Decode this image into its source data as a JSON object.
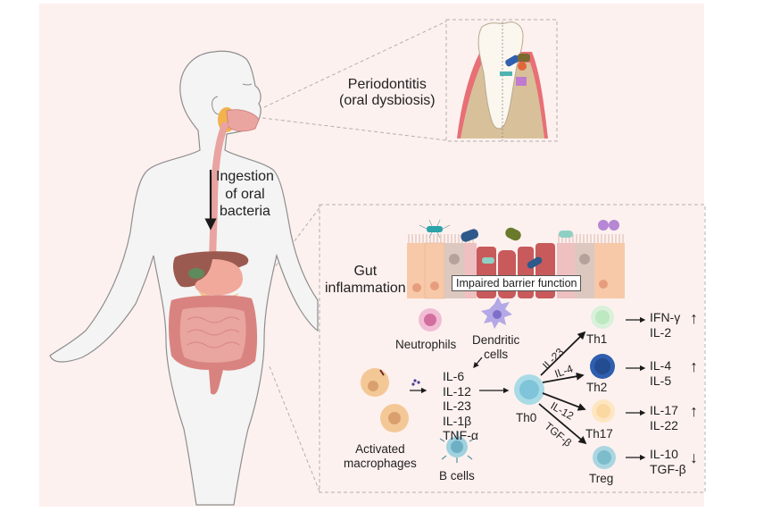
{
  "figure": {
    "colors": {
      "background": "#fdf1ef",
      "body_fill": "#f4f4f4",
      "body_outline": "#8e8e8e",
      "esophagus": "#e9a3a0",
      "arrow": "#1a1a1a",
      "liver": "#9b5a50",
      "gallbladder": "#5f8a5b",
      "stomach": "#f0a99a",
      "intestine": "#e79b96",
      "colon": "#d98380",
      "gum": "#e86f76",
      "bone": "#d8c19a",
      "tooth": "#fbf6ee",
      "salivary": "#f2b24c",
      "dashed": "#b5aeae",
      "th1": "#bde8c0",
      "th2": "#2f5fae",
      "th17": "#fbd8a2",
      "treg": "#7cbccb",
      "th0": "#7fc4d8",
      "macrophage": "#f4c896",
      "neutrophil": "#e394b8",
      "dendritic": "#9c8fd8",
      "b_cell": "#7cbccb"
    },
    "labels": {
      "periodontitis_line1": "Periodontitis",
      "periodontitis_line2": "(oral dysbiosis)",
      "ingestion_line1": "Ingestion",
      "ingestion_line2": "of oral",
      "ingestion_line3": "bacteria",
      "gut_line1": "Gut",
      "gut_line2": "inflammation",
      "barrier": "Impaired barrier function",
      "neutrophils": "Neutrophils",
      "dendritic_line1": "Dendritic",
      "dendritic_line2": "cells",
      "macrophages_line1": "Activated",
      "macrophages_line2": "macrophages",
      "b_cells": "B cells",
      "th0": "Th0"
    },
    "cytokines_innate": [
      "IL-6",
      "IL-12",
      "IL-23",
      "IL-1β",
      "TNF-α"
    ],
    "differentiation": [
      {
        "signal": "IL-23",
        "cell": "Th1",
        "outputs": [
          "IFN-γ",
          "IL-2"
        ],
        "trend": "up",
        "trend_symbol": "↑"
      },
      {
        "signal": "IL-4",
        "cell": "Th2",
        "outputs": [
          "IL-4",
          "IL-5"
        ],
        "trend": "up",
        "trend_symbol": "↑"
      },
      {
        "signal": "IL-12",
        "cell": "Th17",
        "outputs": [
          "IL-17",
          "IL-22"
        ],
        "trend": "up",
        "trend_symbol": "↑"
      },
      {
        "signal": "TGF-β",
        "cell": "Treg",
        "outputs": [
          "IL-10",
          "TGF-β"
        ],
        "trend": "down",
        "trend_symbol": "↓"
      }
    ]
  }
}
